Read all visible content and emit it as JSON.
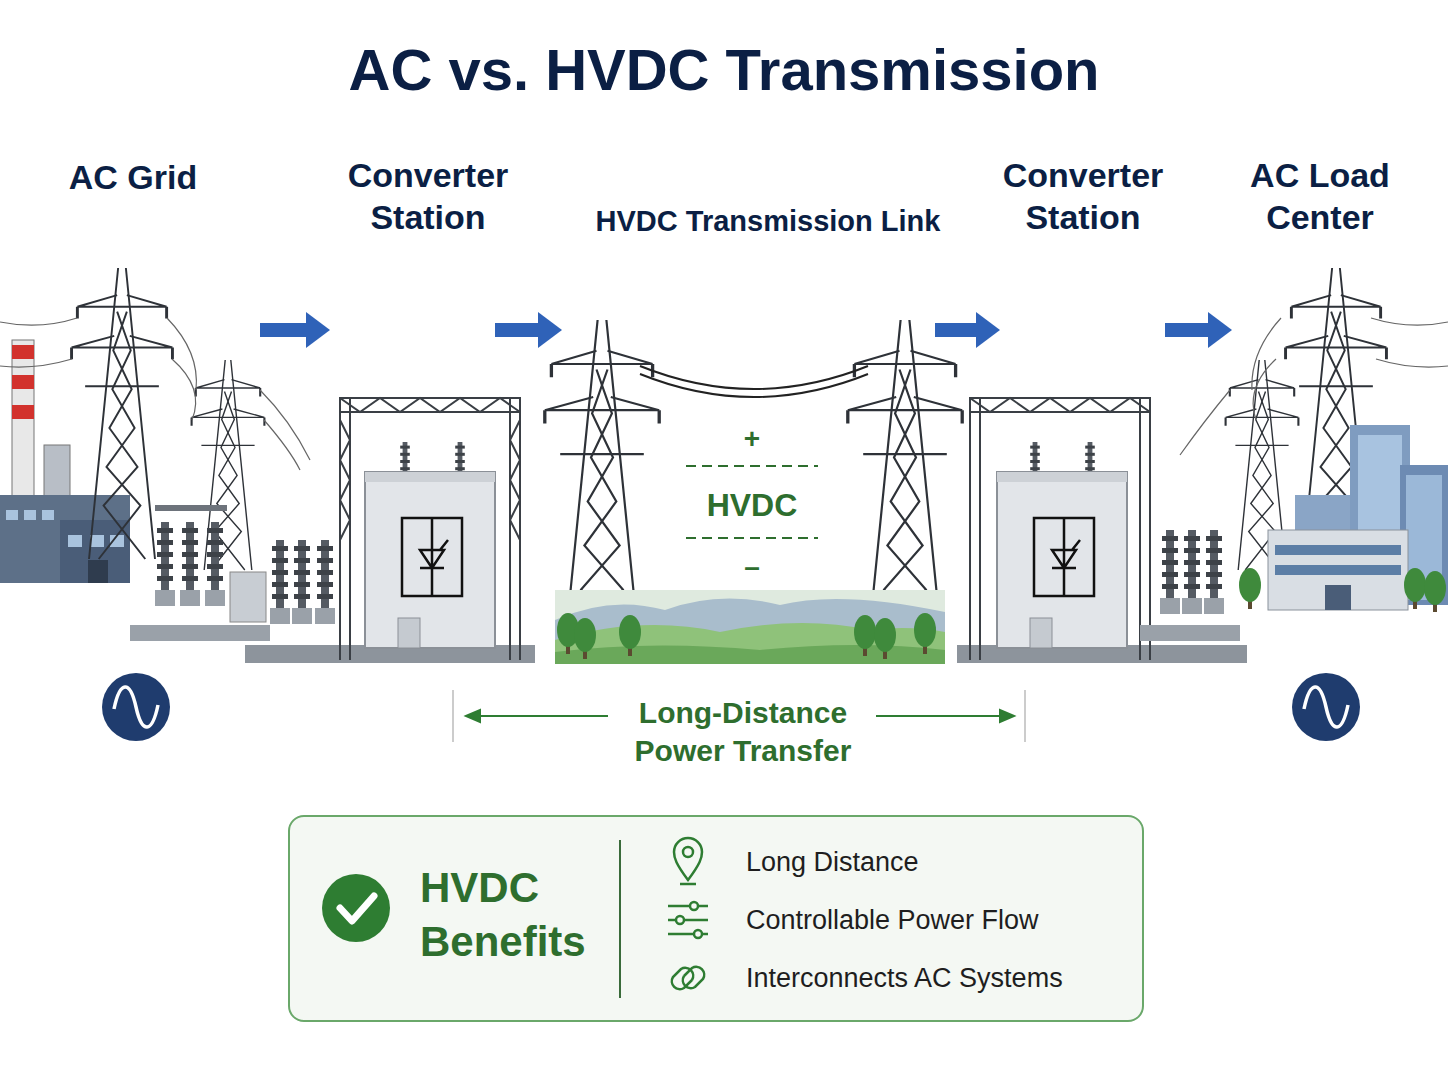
{
  "diagram": {
    "title": "AC vs. HVDC Transmission",
    "nodes": [
      {
        "text": [
          "AC Grid"
        ]
      },
      {
        "text": [
          "Converter Station"
        ]
      },
      {
        "text": [
          "HVDC Transmission Link"
        ]
      },
      {
        "text": [
          "Converter Station"
        ]
      },
      {
        "text": [
          "AC Load Center"
        ]
      },
      {
        "text": [
          "HVDC Benefits",
          "Long Distance",
          "Controllable Power Flow",
          "Interconnects AC Systems"
        ]
      }
    ],
    "edges": [
      {
        "from": 0,
        "to": 1,
        "arrow": "to"
      },
      {
        "from": 1,
        "to": 2,
        "arrow": "to"
      },
      {
        "from": 2,
        "to": 3,
        "arrow": "to"
      },
      {
        "from": 3,
        "to": 4,
        "arrow": "to"
      }
    ],
    "labels": [
      "+",
      "HVDC",
      "–",
      "Long-Distance Power Transfer"
    ]
  }
}
